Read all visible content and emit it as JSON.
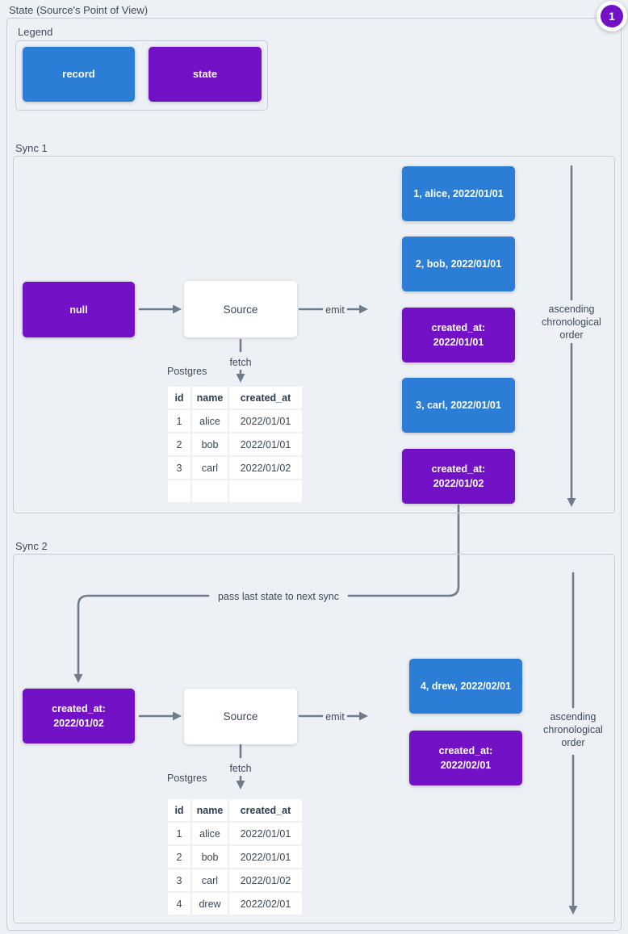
{
  "title": "State (Source's Point of View)",
  "badge": "1",
  "colors": {
    "record": "#2c7dd6",
    "state": "#7311c7",
    "arrow": "#6e7c8c",
    "container_border": "#c6ccd7",
    "background": "#edf0f4",
    "label_text": "#3f4b5c"
  },
  "legend": {
    "label": "Legend",
    "items": [
      {
        "type": "record",
        "label": "record"
      },
      {
        "type": "state",
        "label": "state"
      }
    ]
  },
  "labels": {
    "source": "Source",
    "emit": "emit",
    "fetch": "fetch",
    "postgres": "Postgres",
    "pass": "pass last state to next sync",
    "ascending": "ascending chronological order"
  },
  "sync1": {
    "label": "Sync 1",
    "input_state": "null",
    "emitted": [
      {
        "type": "record",
        "text": "1, alice, 2022/01/01"
      },
      {
        "type": "record",
        "text": "2, bob, 2022/01/01"
      },
      {
        "type": "state",
        "text": "created_at: 2022/01/01"
      },
      {
        "type": "record",
        "text": "3, carl, 2022/01/01"
      },
      {
        "type": "state",
        "text": "created_at: 2022/01/02"
      }
    ],
    "table": {
      "headers": [
        "id",
        "name",
        "created_at"
      ],
      "rows": [
        [
          "1",
          "alice",
          "2022/01/01"
        ],
        [
          "2",
          "bob",
          "2022/01/01"
        ],
        [
          "3",
          "carl",
          "2022/01/02"
        ],
        [
          "",
          "",
          ""
        ]
      ]
    }
  },
  "sync2": {
    "label": "Sync 2",
    "input_state": "created_at: 2022/01/02",
    "emitted": [
      {
        "type": "record",
        "text": "4, drew, 2022/02/01"
      },
      {
        "type": "state",
        "text": "created_at: 2022/02/01"
      }
    ],
    "table": {
      "headers": [
        "id",
        "name",
        "created_at"
      ],
      "rows": [
        [
          "1",
          "alice",
          "2022/01/01"
        ],
        [
          "2",
          "bob",
          "2022/01/01"
        ],
        [
          "3",
          "carl",
          "2022/01/02"
        ],
        [
          "4",
          "drew",
          "2022/02/01"
        ]
      ]
    }
  }
}
